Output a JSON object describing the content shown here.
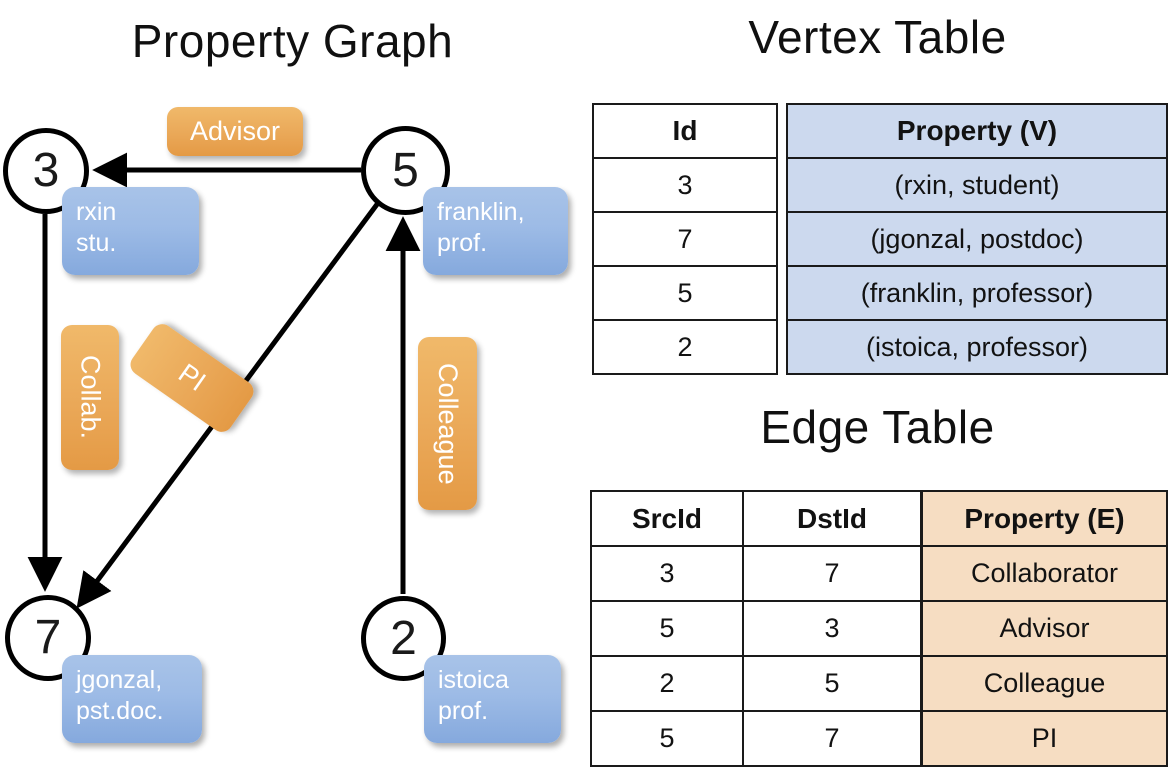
{
  "titles": {
    "property_graph": "Property Graph",
    "vertex_table": "Vertex Table",
    "edge_table": "Edge Table"
  },
  "colors": {
    "vertex_property_fill": "#ccd9ee",
    "edge_property_fill": "#f6ddc2",
    "node_property_box": "#9dbbe6",
    "edge_label_box": "#eaa858",
    "stroke": "#000000"
  },
  "graph": {
    "nodes": [
      {
        "id": "3",
        "property_label": [
          "rxin",
          "stu."
        ]
      },
      {
        "id": "5",
        "property_label": [
          "franklin,",
          "prof."
        ]
      },
      {
        "id": "7",
        "property_label": [
          "jgonzal,",
          "pst.doc."
        ]
      },
      {
        "id": "2",
        "property_label": [
          "istoica",
          "prof."
        ]
      }
    ],
    "edge_labels": [
      {
        "name": "advisor-label",
        "text": "Advisor"
      },
      {
        "name": "collab-label",
        "text": "Collab."
      },
      {
        "name": "pi-label",
        "text": "PI"
      },
      {
        "name": "colleague-label",
        "text": "Colleague"
      }
    ]
  },
  "vertex_table": {
    "headers": [
      "Id",
      "Property (V)"
    ],
    "rows": [
      {
        "id": "3",
        "property": "(rxin, student)"
      },
      {
        "id": "7",
        "property": "(jgonzal, postdoc)"
      },
      {
        "id": "5",
        "property": "(franklin, professor)"
      },
      {
        "id": "2",
        "property": "(istoica, professor)"
      }
    ]
  },
  "edge_table": {
    "headers": [
      "SrcId",
      "DstId",
      "Property (E)"
    ],
    "rows": [
      {
        "src": "3",
        "dst": "7",
        "property": "Collaborator"
      },
      {
        "src": "5",
        "dst": "3",
        "property": "Advisor"
      },
      {
        "src": "2",
        "dst": "5",
        "property": "Colleague"
      },
      {
        "src": "5",
        "dst": "7",
        "property": "PI"
      }
    ]
  }
}
